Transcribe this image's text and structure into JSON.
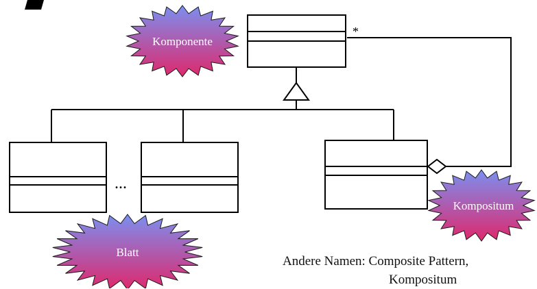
{
  "diagram": {
    "multiplicity": "*",
    "ellipsis": "...",
    "burst_labels": {
      "component": "Komponente",
      "leaf": "Blatt",
      "composite": "Kompositum"
    },
    "note": {
      "line1": "Andere Namen: Composite Pattern,",
      "line2": "Kompositum"
    }
  },
  "colors": {
    "line": "#000000",
    "burst_top": "#7b8ff0",
    "burst_bottom": "#e0286c",
    "burst_text": "#ffffff"
  }
}
